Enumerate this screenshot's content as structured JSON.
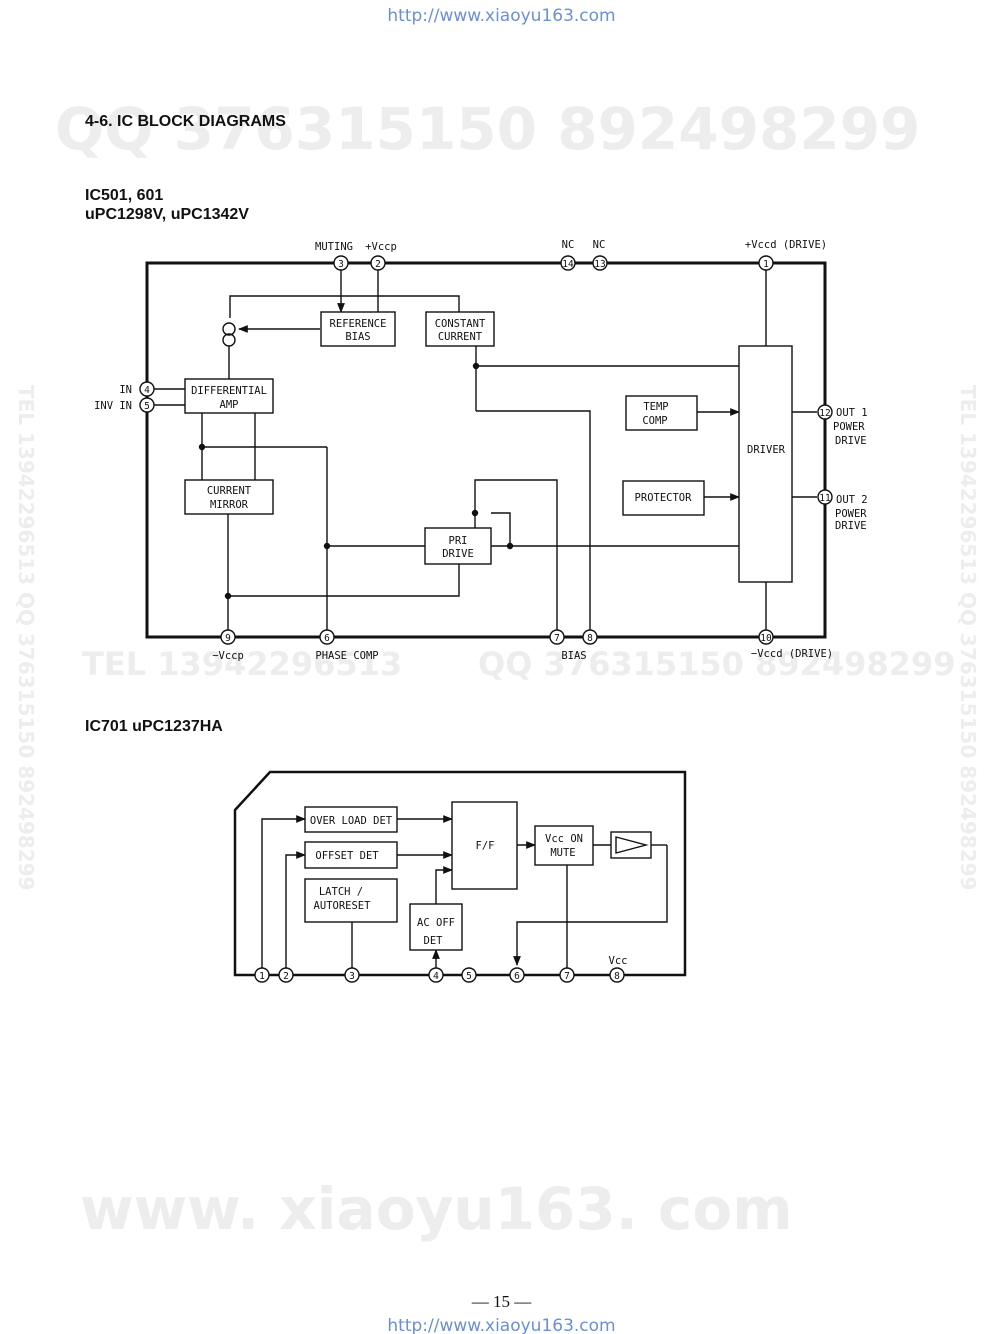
{
  "header_url": "http://www.xiaoyu163.com",
  "footer_url": "http://www.xiaoyu163.com",
  "watermarks": {
    "top": "QQ 376315150   892498299",
    "middle_left": "TEL  13942296513",
    "middle_right": "QQ  376315150  892498299",
    "side": "TEL  13942296513  QQ  376315150  892498299",
    "bottom": "www. xiaoyu163. com"
  },
  "section_title": "4-6.   IC BLOCK DIAGRAMS",
  "ic1": {
    "title_line1": "IC501, 601",
    "title_line2": "uPC1298V, uPC1342V",
    "blocks": {
      "reference_bias_1": "REFERENCE",
      "reference_bias_2": "BIAS",
      "constant_current_1": "CONSTANT",
      "constant_current_2": "CURRENT",
      "differential_amp_1": "DIFFERENTIAL",
      "differential_amp_2": "AMP",
      "current_mirror_1": "CURRENT",
      "current_mirror_2": "MIRROR",
      "pri_drive_1": "PRI",
      "pri_drive_2": "DRIVE",
      "temp_comp_1": "TEMP",
      "temp_comp_2": "COMP",
      "protector": "PROTECTOR",
      "driver": "DRIVER"
    },
    "pins": {
      "p1": "1",
      "p2": "2",
      "p3": "3",
      "p4": "4",
      "p5": "5",
      "p6": "6",
      "p7": "7",
      "p8": "8",
      "p9": "9",
      "p10": "10",
      "p11": "11",
      "p12": "12",
      "p13": "13",
      "p14": "14"
    },
    "labels": {
      "muting": "MUTING",
      "vccp_plus": "+Vccp",
      "nc_a": "NC",
      "nc_b": "NC",
      "vccd_drive_plus": "+Vccd (DRIVE)",
      "in": "IN",
      "inv_in": "INV IN",
      "out1_1": "OUT 1",
      "out1_2": "POWER",
      "out1_3": "DRIVE",
      "out2_1": "OUT 2",
      "out2_2": "POWER",
      "out2_3": "DRIVE",
      "vccp_minus": "−Vccp",
      "phase_comp": "PHASE COMP",
      "bias": "BIAS",
      "vccd_drive_minus": "−Vccd (DRIVE)"
    }
  },
  "ic2": {
    "title": "IC701  uPC1237HA",
    "blocks": {
      "overload_det": "OVER LOAD DET",
      "offset_det": "OFFSET DET",
      "latch_1": "LATCH /",
      "latch_2": "AUTORESET",
      "ac_off_1": "AC OFF",
      "ac_off_2": "DET",
      "ff": "F/F",
      "vcc_on_1": "Vcc ON",
      "vcc_on_2": "MUTE"
    },
    "pins": {
      "p1": "1",
      "p2": "2",
      "p3": "3",
      "p4": "4",
      "p5": "5",
      "p6": "6",
      "p7": "7",
      "p8": "8"
    },
    "labels": {
      "vcc": "Vcc"
    }
  },
  "page_number": "— 15 —"
}
